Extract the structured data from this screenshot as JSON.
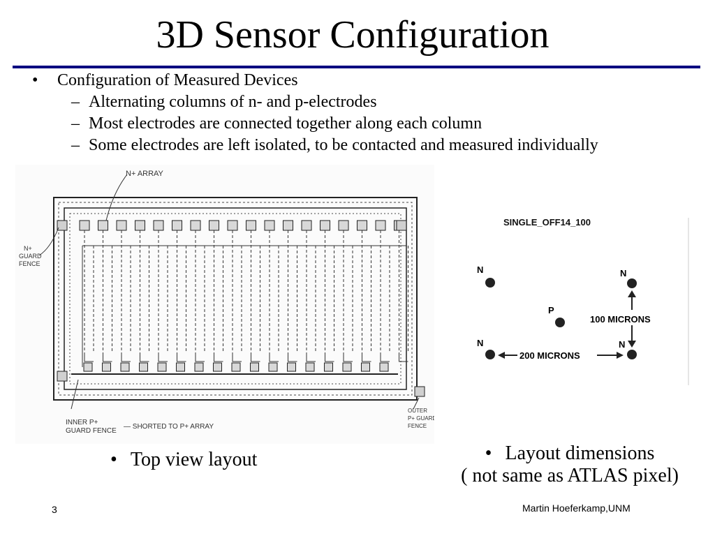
{
  "slide": {
    "title": "3D Sensor Configuration",
    "bullet_main": "Configuration of Measured Devices",
    "sub_bullets": [
      "Alternating columns of n- and p-electrodes",
      "Most electrodes are connected together along each column",
      "Some electrodes are left isolated, to be contacted and measured individually"
    ]
  },
  "left_figure": {
    "labels": {
      "n_array": "N+ ARRAY",
      "n_guard": [
        "N+",
        "GUARD",
        "FENCE"
      ],
      "inner_guard": [
        "INNER P+",
        "GUARD FENCE"
      ],
      "shorted": "— SHORTED TO P+ ARRAY",
      "outer_guard": [
        "OUTER",
        "P+ GUARD",
        "FENCE"
      ]
    },
    "caption": "Top view layout"
  },
  "right_figure": {
    "heading": "SINGLE_OFF14_100",
    "points": [
      {
        "label": "N"
      },
      {
        "label": "N"
      },
      {
        "label": "P"
      },
      {
        "label": "N"
      },
      {
        "label": "N"
      }
    ],
    "dim_vertical": "100 MICRONS",
    "dim_horizontal": "200 MICRONS",
    "caption_line1": "Layout dimensions",
    "caption_line2": "( not same as ATLAS pixel)"
  },
  "footer": {
    "page_number": "3",
    "author": "Martin Hoeferkamp,UNM"
  }
}
